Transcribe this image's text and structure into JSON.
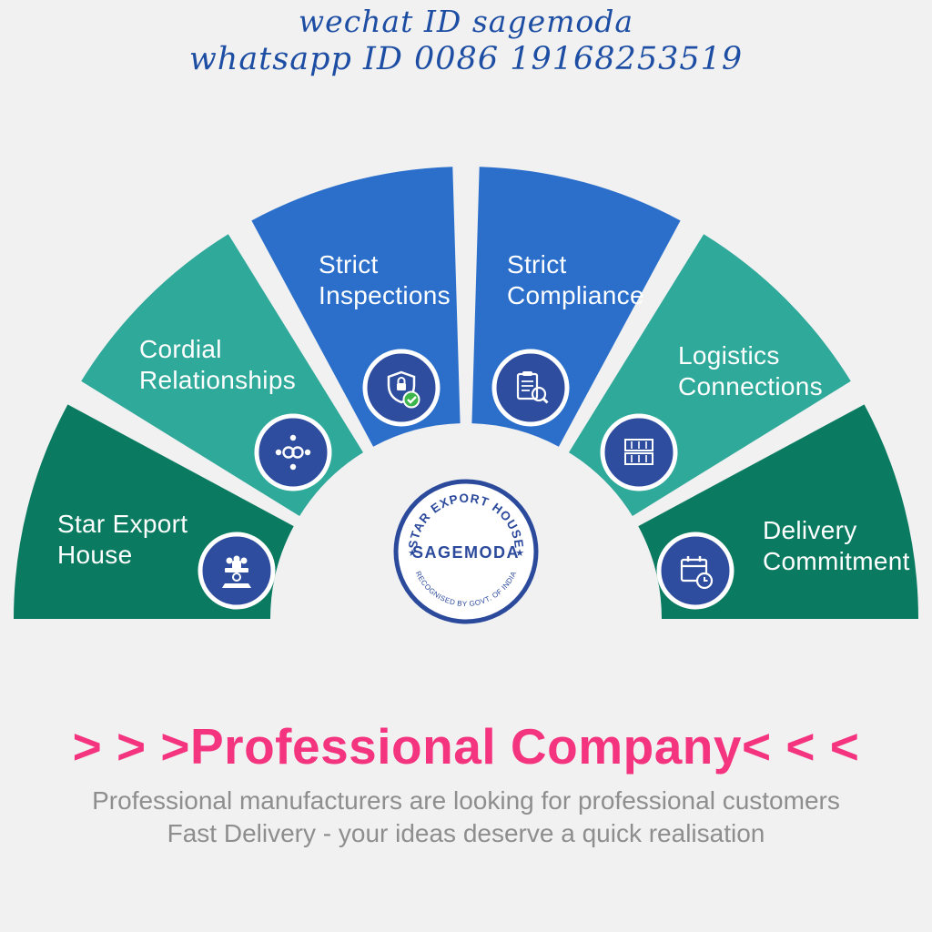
{
  "header": {
    "line1": "wechat ID   sagemoda",
    "line2": "whatsapp ID  0086 19168253519",
    "text_color": "#1d4ea3"
  },
  "fan": {
    "icon_circle_color": "#2e4d9e",
    "check_color": "#3cb54b",
    "segments": [
      {
        "id": "star-export-house",
        "label_lines": [
          "Star Export",
          "House"
        ],
        "color": "#0a7b60",
        "icon": "emblem-icon"
      },
      {
        "id": "cordial-relationships",
        "label_lines": [
          "Cordial",
          "Relationships"
        ],
        "color": "#2fa99a",
        "icon": "network-icon"
      },
      {
        "id": "strict-inspections",
        "label_lines": [
          "Strict",
          "Inspections"
        ],
        "color": "#2b6fcb",
        "icon": "shield-lock-icon"
      },
      {
        "id": "strict-compliance",
        "label_lines": [
          "Strict",
          "Compliance"
        ],
        "color": "#2b6fcb",
        "icon": "audit-icon"
      },
      {
        "id": "logistics-connections",
        "label_lines": [
          "Logistics",
          "Connections"
        ],
        "color": "#2fa99a",
        "icon": "containers-icon"
      },
      {
        "id": "delivery-commitment",
        "label_lines": [
          "Delivery",
          "Commitment"
        ],
        "color": "#0a7b60",
        "icon": "calendar-clock-icon"
      }
    ]
  },
  "badge": {
    "arc_top": "STAR EXPORT HOUSE",
    "name": "SAGEMODA",
    "arc_bottom": "RECOGNISED BY GOVT. OF INDIA",
    "star": "★",
    "ring_color": "#2b4a9c",
    "text_color": "#2b4a9c"
  },
  "footer": {
    "title": "> > >Professional Company< < <",
    "title_color": "#f4347e",
    "subtitle1": "Professional manufacturers are looking for professional customers",
    "subtitle2": "Fast Delivery - your ideas deserve a quick realisation",
    "subtitle_color": "#8e8e8e"
  }
}
